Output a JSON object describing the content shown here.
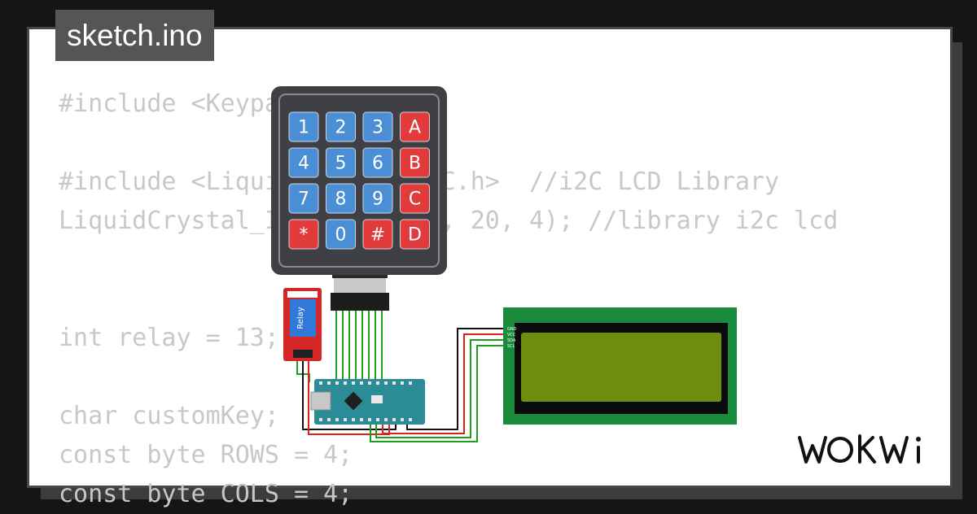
{
  "file": {
    "name": "sketch.ino"
  },
  "code_lines": [
    "#include <Keypad.h>",
    "",
    "#include <LiquidCrystal_I2C.h>  //i2C LCD Library",
    "LiquidCrystal_I2C lcd(0x27, 20, 4); //library i2c lcd",
    "",
    "",
    "int relay = 13;",
    "",
    "char customKey;",
    "const byte ROWS = 4;",
    "const byte COLS = 4;"
  ],
  "keypad": {
    "keys": [
      {
        "label": "1",
        "type": "digit"
      },
      {
        "label": "2",
        "type": "digit"
      },
      {
        "label": "3",
        "type": "digit"
      },
      {
        "label": "A",
        "type": "letter"
      },
      {
        "label": "4",
        "type": "digit"
      },
      {
        "label": "5",
        "type": "digit"
      },
      {
        "label": "6",
        "type": "digit"
      },
      {
        "label": "B",
        "type": "letter"
      },
      {
        "label": "7",
        "type": "digit"
      },
      {
        "label": "8",
        "type": "digit"
      },
      {
        "label": "9",
        "type": "digit"
      },
      {
        "label": "C",
        "type": "letter"
      },
      {
        "label": "*",
        "type": "symbol"
      },
      {
        "label": "0",
        "type": "digit"
      },
      {
        "label": "#",
        "type": "symbol"
      },
      {
        "label": "D",
        "type": "letter"
      }
    ]
  },
  "relay": {
    "label": "Relay"
  },
  "lcd": {
    "pins": [
      "GND",
      "VCC",
      "SDA",
      "SCL"
    ]
  },
  "brand": {
    "logo": "WOKWi"
  },
  "colors": {
    "page_bg": "#151515",
    "card_bg": "#ffffff",
    "code_text": "#c8c8c8",
    "filename_bg": "#555555",
    "key_blue": "#4a8fd6",
    "key_red": "#e23b3b",
    "keypad_body": "#3f4045",
    "relay_red": "#d42727",
    "relay_blue": "#2f7ad9",
    "arduino_teal": "#2b8b96",
    "lcd_green": "#1a8a3c",
    "lcd_screen": "#6e8d0e",
    "wire_green": "#1aa01a",
    "wire_red": "#e02020",
    "wire_black": "#111111"
  },
  "icons": [
    "keypad-component",
    "relay-module",
    "arduino-nano",
    "lcd-display",
    "wokwi-logo"
  ]
}
